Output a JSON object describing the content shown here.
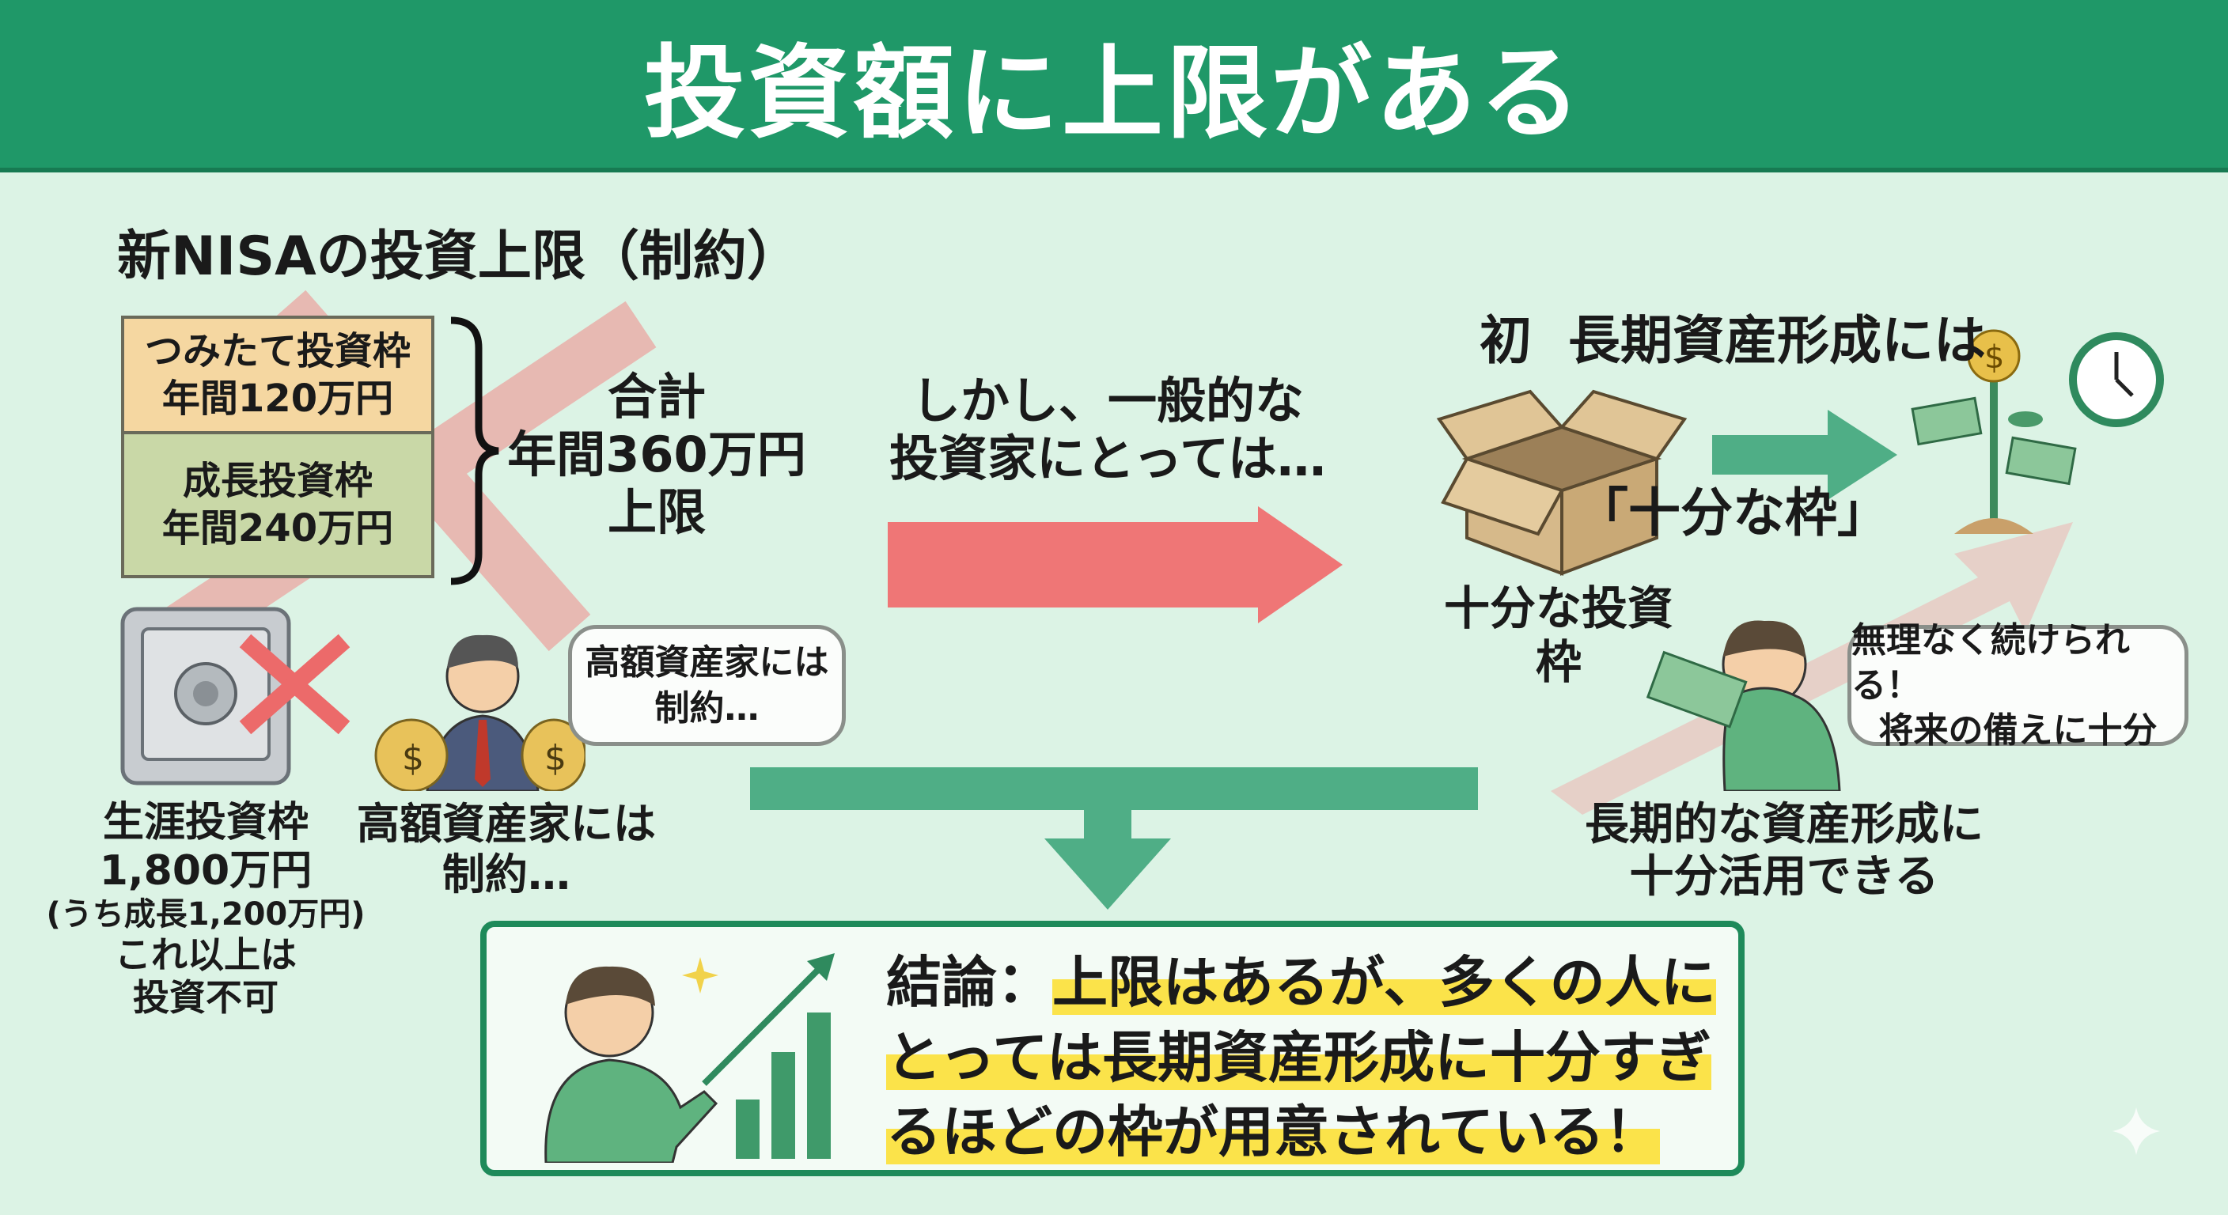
{
  "header": {
    "title": "投資額に上限がある"
  },
  "left": {
    "heading": "新NISAの投資上限（制約）",
    "tsumitate": {
      "name": "つみたて投資枠",
      "amount": "年間120万円"
    },
    "growth": {
      "name": "成長投資枠",
      "amount": "年間240万円"
    },
    "total": [
      "合計",
      "年間360万円",
      "上限"
    ],
    "lifetime": [
      "生涯投資枠",
      "1,800万円",
      "(うち成長1,200万円)",
      "これ以上は",
      "投資不可"
    ],
    "wealthy_label": [
      "高額資産家には",
      "制約…"
    ],
    "bubble": [
      "高額資産家には",
      "制約…"
    ]
  },
  "middle": {
    "text": [
      "しかし、一般的な",
      "投資家にとっては…"
    ]
  },
  "right": {
    "heading": [
      "初  長期資産形成には",
      "「十分な枠」"
    ],
    "box_label": "十分な投資枠",
    "bubble": [
      "無理なく続けられる！",
      "将来の備えに十分"
    ],
    "caption": [
      "長期的な資産形成に",
      "十分活用できる"
    ]
  },
  "conclusion": {
    "prefix": "結論：",
    "lines": [
      "上限はあるが、多くの人に",
      "とっては長期資産形成に十分すぎ",
      "るほどの枠が用意されている！"
    ]
  },
  "colors": {
    "header": "#1f9868",
    "background": "#dcf3e5",
    "accent_green": "#4fae86",
    "red": "#ef7b7b",
    "highlight": "#fbe34a"
  }
}
